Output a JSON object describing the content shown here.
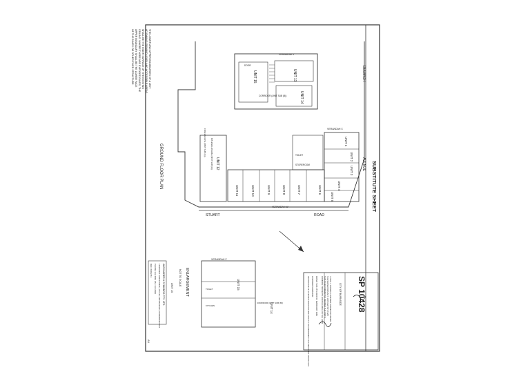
{
  "page": {
    "corner_mark": "A6"
  },
  "plan": {
    "header": "SUBSTITUTE SHEET",
    "ground_floor_plan": "GROUND FLOOR PLAN",
    "streets": {
      "north": "DULWICH",
      "east": "AVENUE",
      "south_left": "STUART",
      "south_right": "ROAD"
    },
    "verandahs": {
      "north": "VERANDAH Y",
      "east": "VERANDAH X",
      "south": "VERANDAH W",
      "enlargement": "VERANDAH Z"
    },
    "units": {
      "u1": "UNIT 1",
      "u2": "UNIT 2",
      "u3": "UNIT 3",
      "u4": "UNIT 4",
      "u5": "UNIT 5",
      "u6": "UNIT 6",
      "u7": "UNIT 7",
      "u8": "UNIT 8",
      "u9": "UNIT 9",
      "u10": "UNIT 10",
      "u11": "UNIT 11",
      "u12": "UNIT 12",
      "u13": "UNIT 13",
      "u14": "UNIT 14",
      "u15": "UNIT 15"
    },
    "labels": {
      "door": "DOOR",
      "corridor": "CORRIDOR (UNIT SUB (B))",
      "storeroom": "STOREROOM",
      "toilet": "TOILET",
      "kitchen": "KITCHEN",
      "bin_enclosure": "BIN ENCLOSURE (UNIT SUB (C))",
      "fire_escape": "FIRE ESCAPE (UNIT SUB (A))",
      "u15_detail": "UNIT 15 (CORRIDOR, KITCHEN & 3 TOILETS)",
      "u12_detail": "UNIT 12 INCL. STORAGE AREA, STAIRWAY & UNDERGROUND SPACE"
    },
    "notes": "THE LOWER AND UPPER BOUNDARIES OF A UNIT ADJOINING GROUND LEVEL AND ACCESSIBLE AREAS SHALL BE THE INNER SURFACE OF THE EXISTING CEILING. WHERE THERE ARE EXPOSED EAVES, THE UPPER BOUNDARY SHALL BE THE LOWER FACE OF THE EAVES OR OTHER FIXED STRUCTURE."
  },
  "enlargement": {
    "title": "ENLARGEMENT",
    "scale": "NOT TO SCALE",
    "unit": "UNIT 15",
    "unit_14": "UNIT 14",
    "corridor": "CORRIDOR (UNIT SUB (B))",
    "door": "DOOR",
    "toilet": "TOILET",
    "kitchen": "KITCHEN"
  },
  "title_block": {
    "plan_number": "SP 10428",
    "council": "CITY OF BURNSIDE",
    "certificate": "I, PAUL J. COWAN, LICENSED SURVEYOR UNDER THE SURVEYORS ACT, 1975 CERTIFY THAT THIS PLAN CORRECTLY DEFINES THE UNITS, COMMON PROPERTY AND BUILDING ON THE LAND COMPRISED IN THE PLAN.",
    "date_line": "DATED THIS 15TH DAY OF FEBRUARY 1984",
    "signature_role": "LICENSED SURVEYOR",
    "council_cert": "CERTIFICATE OF LICENSED SURVEYOR RELATING TO THE AMENDMENT OF A DEPOSITED STRATA PLAN",
    "firm_name": "ALEXANDER & SYMONDS PTY. LTD.",
    "firm_address": "LICENSED SURVEYORS, 15 FULLARTON ROAD, NORWOOD 5067",
    "firm_phone": "PHONE 332 4566 FAX 332 2029",
    "ref": "REF. 84002-53"
  }
}
